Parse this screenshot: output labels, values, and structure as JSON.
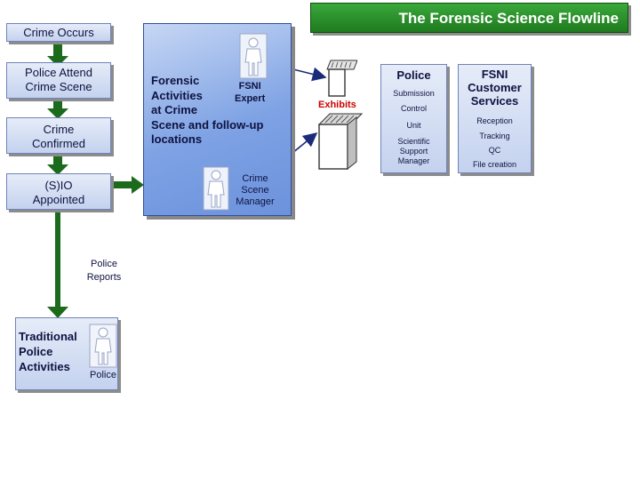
{
  "title": "The Forensic Science Flowline",
  "left_column": {
    "crime_occurs": "Crime Occurs",
    "police_attend": [
      "Police Attend",
      "Crime Scene"
    ],
    "crime_confirmed": [
      "Crime",
      "Confirmed"
    ],
    "sio_appointed": [
      "(S)IO",
      "Appointed"
    ],
    "police_reports": [
      "Police",
      "Reports"
    ],
    "traditional": [
      "Traditional",
      "Police",
      "Activities"
    ],
    "police_person_label": "Police"
  },
  "center": {
    "forensic_activities": [
      "Forensic",
      "Activities",
      "at Crime",
      "Scene and follow-up",
      "locations"
    ],
    "fsni_expert": [
      "FSNI",
      "Expert"
    ],
    "csm": [
      "Crime",
      "Scene",
      "Manager"
    ]
  },
  "exhibits_label": "Exhibits",
  "police_box": {
    "title": "Police",
    "items": [
      "Submission",
      "Control",
      "Unit",
      "Scientific",
      "Support",
      "Manager"
    ]
  },
  "fsni_box": {
    "title": [
      "FSNI",
      "Customer",
      "Services"
    ],
    "items": [
      "Reception",
      "Tracking",
      "QC",
      "File creation"
    ]
  },
  "colors": {
    "green": "#1f7a1f",
    "arrow_green": "#1c6b1c",
    "blue": "#6c92dc",
    "dark_blue": "#1a2b7a",
    "exhibits_red": "#cc0000"
  }
}
